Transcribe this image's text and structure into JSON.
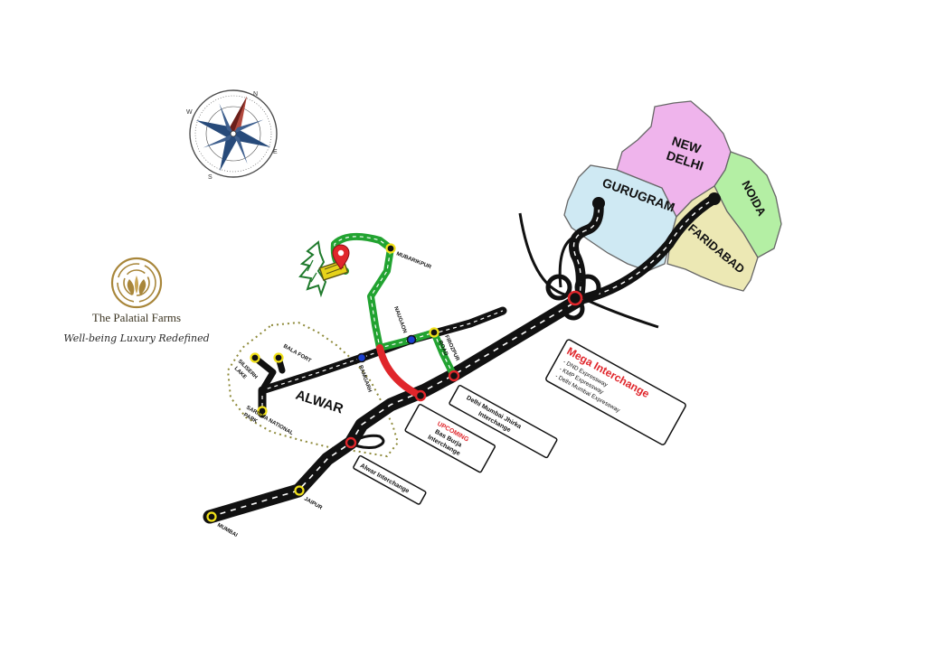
{
  "brand": {
    "name": "The Palatial Farms",
    "tagline": "Well-being Luxury Redefined",
    "gold": "#a8863a"
  },
  "compass": {
    "north": "N",
    "south": "S",
    "east": "E",
    "west": "W"
  },
  "regions": {
    "new_delhi_line1": "NEW",
    "new_delhi_line2": "DELHI",
    "gurugram": "GURUGRAM",
    "noida": "NOIDA",
    "faridabad": "FARIDABAD",
    "alwar": "ALWAR"
  },
  "places": {
    "mubarikpur": "MUBARIKPUR",
    "naugaon": "NAUGAON",
    "ramgarh": "RAMGARH",
    "firozpur_line1": "FIROZPUR",
    "firozpur_line2": "ROAD",
    "bala_fort_line1": "BALA FORT",
    "siliserh_line1": "SILISERH",
    "siliserh_line2": "LAKE",
    "sariska_line1": "SARISKA NATIONAL",
    "sariska_line2": "PARK",
    "jaipur": "JAIPUR",
    "mumbai": "MUMBAI"
  },
  "callouts": {
    "mega": {
      "title": "Mega Interchange",
      "items": [
        "- DND Expressway",
        "- KMP Expressway",
        "- Delhi Mumbai Expressway"
      ]
    },
    "jhirka": {
      "line1": "Delhi Mumbai Jhirka",
      "line2": "Interchange"
    },
    "upcoming": {
      "tag": "UPCOMING",
      "line1": "Bas Burja",
      "line2": "Interchange"
    },
    "alwar_interchange": "Alwar Interchange"
  },
  "colors": {
    "road": "#111111",
    "green_route": "#22a331",
    "red_route": "#e0262b",
    "new_delhi": "#efb4ec",
    "gurugram": "#cfe9f3",
    "noida": "#b4efa4",
    "faridabad": "#ece8b4",
    "red_text": "#e0262b"
  }
}
